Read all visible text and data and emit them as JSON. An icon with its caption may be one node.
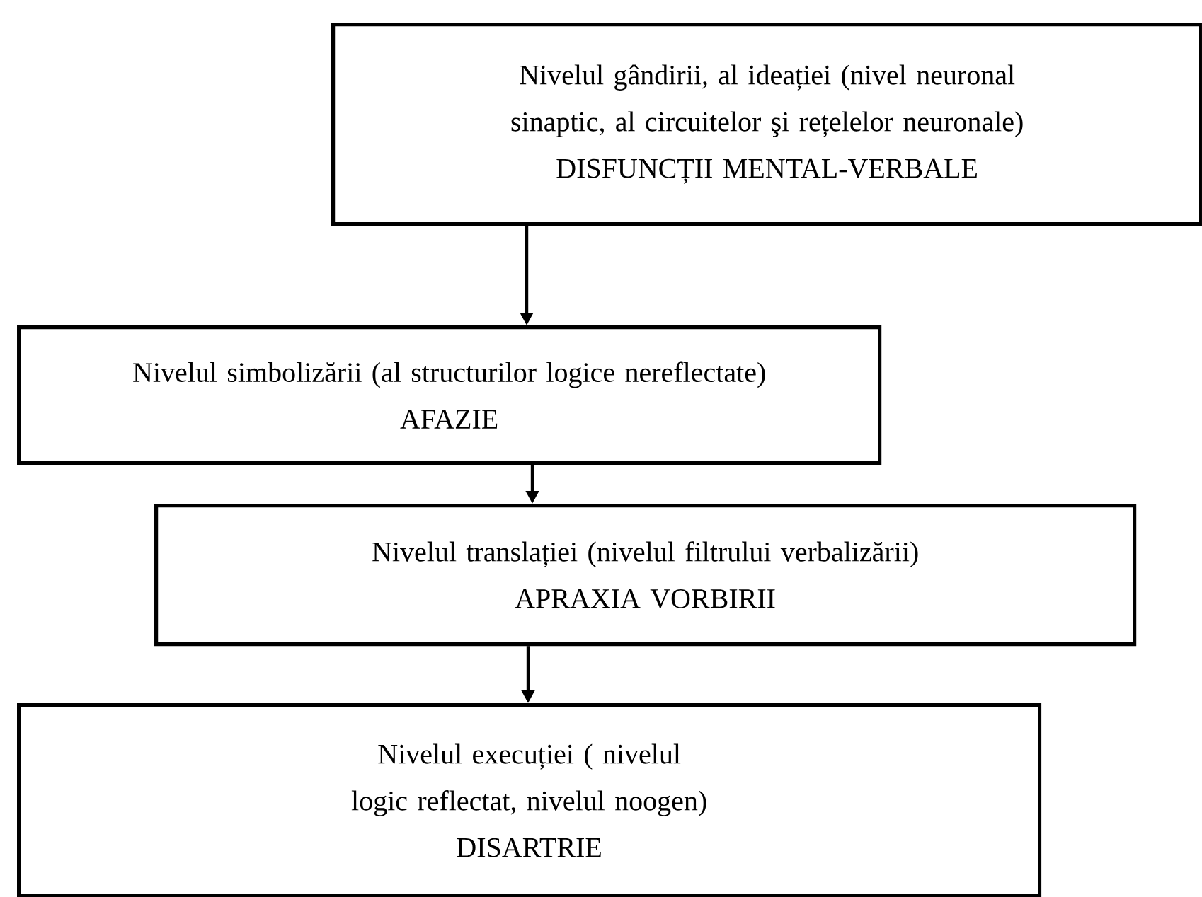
{
  "diagram": {
    "nodes": [
      {
        "text": [
          "Nivelul gândirii, al ideației (nivel neuronal sinaptic, al circuitelor şi rețelelor neuronale)",
          "DISFUNCȚII MENTAL-VERBALE"
        ]
      },
      {
        "text": [
          "Nivelul simbolizării (al structurilor logice nereflectate)",
          "AFAZIE"
        ]
      },
      {
        "text": [
          "Nivelul translației (nivelul filtrului verbalizării)",
          "APRAXIA VORBIRII"
        ]
      },
      {
        "text": [
          "Nivelul execuției ( nivelul logic reflectat, nivelul noogen)",
          "DISARTRIE"
        ]
      }
    ],
    "edges": [
      {
        "from": 0,
        "to": 1,
        "arrow": "to"
      },
      {
        "from": 1,
        "to": 2,
        "arrow": "to"
      },
      {
        "from": 2,
        "to": 3,
        "arrow": "to"
      }
    ]
  }
}
